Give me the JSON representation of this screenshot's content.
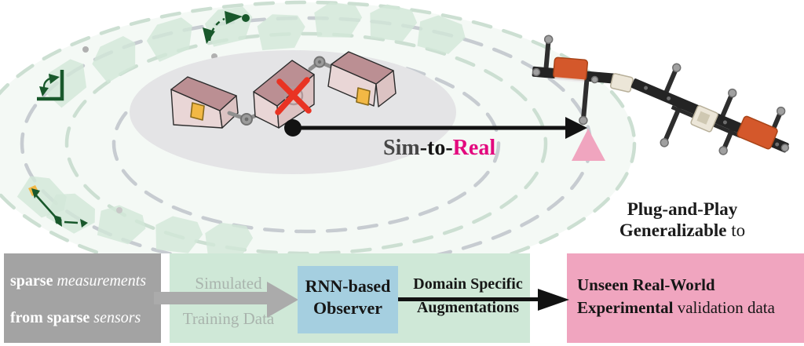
{
  "colors": {
    "gray-box": "#a3a3a3",
    "green-box": "#cfe8d7",
    "blue-box": "#a5cfe0",
    "pink-box": "#f0a5bf",
    "real-accent": "#e3097e",
    "dark-green": "#18582b",
    "ghost-green": "#d2e7d8",
    "orbit-gray": "#c7ccd1",
    "orbit-green": "#ccdfd2",
    "gray-ellipse": "#e4e4e6",
    "red-x": "#e93323",
    "sensor-orange": "#f2b845",
    "robot-orange": "#d4582b",
    "arrow-gray": "#ababab",
    "sim-text": "#474747",
    "muted-green-text": "#a9b4ad"
  },
  "scene": {
    "sim_to_real": {
      "sim": "Sim",
      "to": "-to-",
      "real": "Real"
    },
    "plug": {
      "line1": "Plug-and-Play",
      "line2_bold": "Generalizable",
      "line2_rest": " to"
    }
  },
  "pipeline": {
    "input": {
      "line1_bold": "sparse",
      "line1_italic": " measurements",
      "line2_bold": "from sparse",
      "line2_italic": " sensors"
    },
    "sim_data": {
      "line1": "Simulated",
      "line2": "Training Data"
    },
    "observer": {
      "line1": "RNN-based",
      "line2": "Observer"
    },
    "augment": {
      "line1": "Domain Specific",
      "line2": "Augmentations"
    },
    "output": {
      "line1_bold": "Unseen Real-World",
      "line2_bold": "Experimental",
      "line2_rest": " validation data"
    }
  }
}
